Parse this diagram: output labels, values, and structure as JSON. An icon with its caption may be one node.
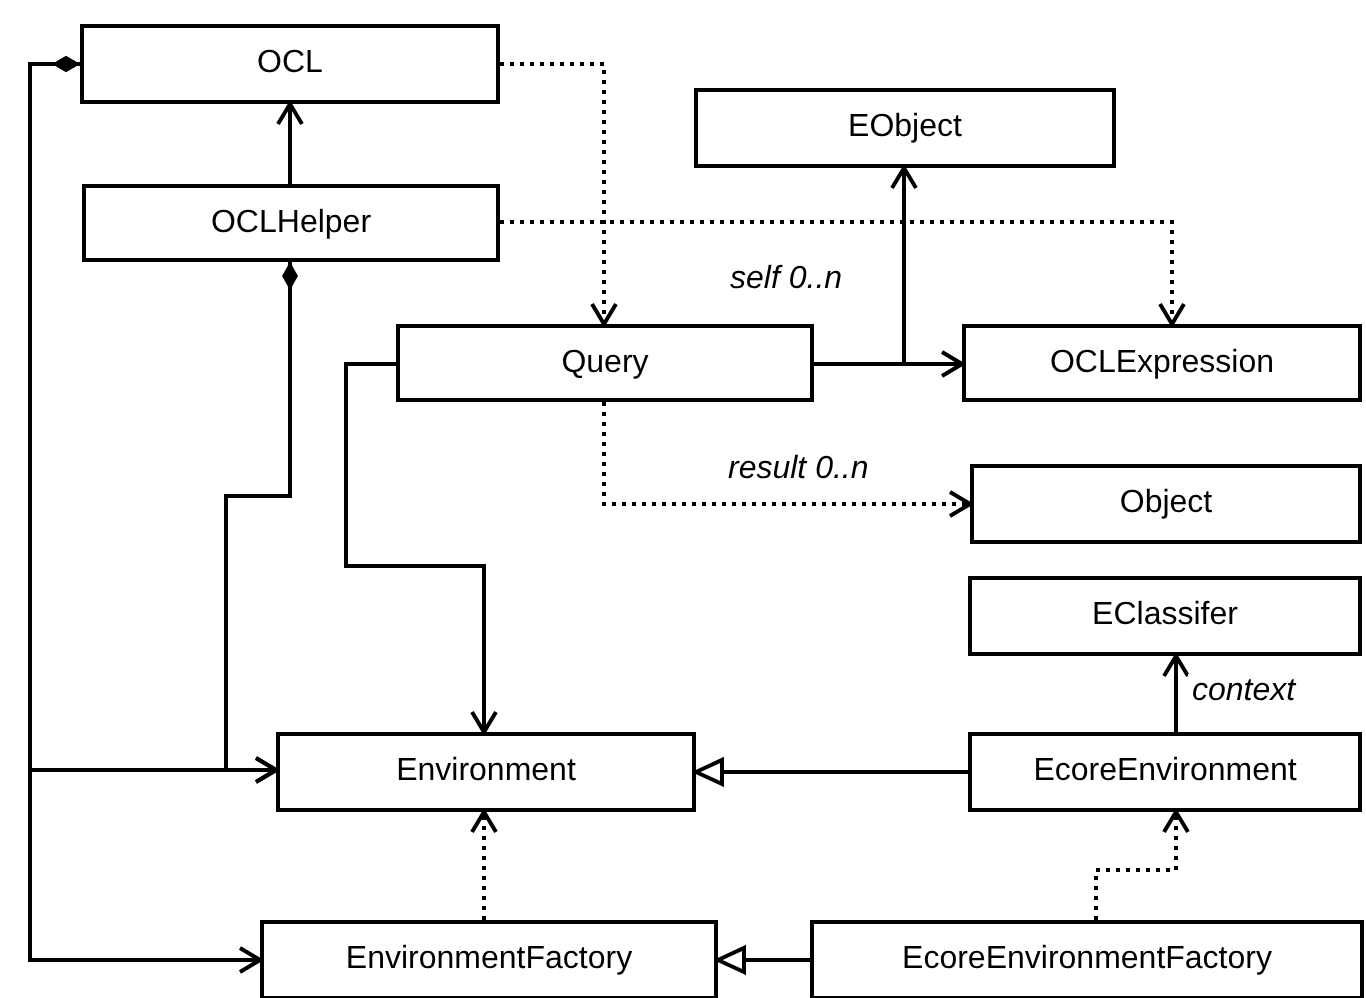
{
  "diagram": {
    "nodes": [
      {
        "text": [
          "OCL"
        ]
      },
      {
        "text": [
          "OCLHelper"
        ]
      },
      {
        "text": [
          "EObject"
        ]
      },
      {
        "text": [
          "Query"
        ]
      },
      {
        "text": [
          "OCLExpression"
        ]
      },
      {
        "text": [
          "Object"
        ]
      },
      {
        "text": [
          "EClassifer"
        ]
      },
      {
        "text": [
          "Environment"
        ]
      },
      {
        "text": [
          "EcoreEnvironment"
        ]
      },
      {
        "text": [
          "EnvironmentFactory"
        ]
      },
      {
        "text": [
          "EcoreEnvironmentFactory"
        ]
      }
    ],
    "edges": [
      {
        "from": 0,
        "to": 3,
        "arrow": "to",
        "style": "dashed"
      },
      {
        "from": 1,
        "to": 0,
        "arrow": "to"
      },
      {
        "from": 1,
        "to": 4,
        "arrow": "to",
        "style": "dashed"
      },
      {
        "from": 3,
        "to": 2,
        "arrow": "to",
        "label": "self 0..n"
      },
      {
        "from": 3,
        "to": 4,
        "arrow": "to"
      },
      {
        "from": 3,
        "to": 5,
        "arrow": "to",
        "style": "dashed",
        "label": "result 0..n"
      },
      {
        "from": 1,
        "to": 7,
        "arrow": "to"
      },
      {
        "from": 0,
        "to": 7,
        "arrow": "to"
      },
      {
        "from": 0,
        "to": 9,
        "arrow": "to"
      },
      {
        "from": 3,
        "to": 7,
        "arrow": "to"
      },
      {
        "from": 8,
        "to": 7,
        "arrow": "to"
      },
      {
        "from": 8,
        "to": 6,
        "arrow": "to",
        "label": "context"
      },
      {
        "from": 9,
        "to": 7,
        "arrow": "to",
        "style": "dashed"
      },
      {
        "from": 10,
        "to": 8,
        "arrow": "to",
        "style": "dashed"
      },
      {
        "from": 10,
        "to": 9,
        "arrow": "to"
      }
    ]
  }
}
